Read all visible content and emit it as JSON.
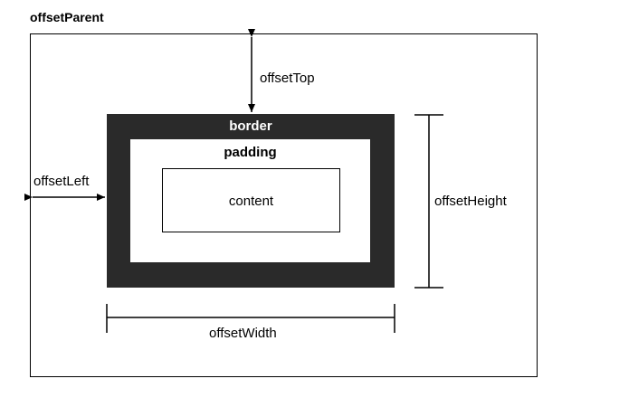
{
  "diagram": {
    "parent_label": "offsetParent",
    "border_label": "border",
    "padding_label": "padding",
    "content_label": "content",
    "offset_top_label": "offsetTop",
    "offset_left_label": "offsetLeft",
    "offset_height_label": "offsetHeight",
    "offset_width_label": "offsetWidth"
  },
  "colors": {
    "border_fill": "#2a2a2a",
    "line": "#000000",
    "background": "#ffffff"
  }
}
